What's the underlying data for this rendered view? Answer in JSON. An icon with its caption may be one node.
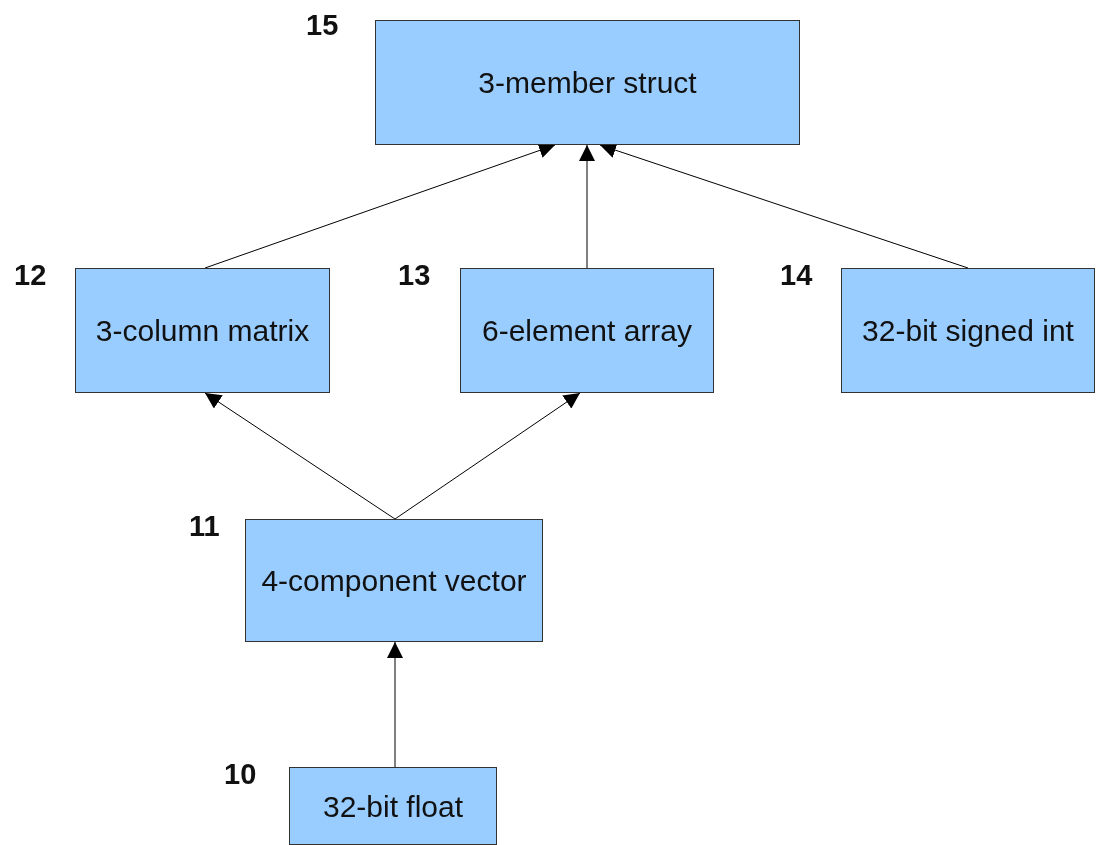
{
  "diagram": {
    "nodes": [
      {
        "text": [
          "3-member struct"
        ],
        "beside": [
          "15"
        ]
      },
      {
        "text": [
          "3-column matrix"
        ],
        "beside": [
          "12"
        ]
      },
      {
        "text": [
          "6-element array"
        ],
        "beside": [
          "13"
        ]
      },
      {
        "text": [
          "32-bit signed int"
        ],
        "beside": [
          "14"
        ]
      },
      {
        "text": [
          "4-component vector"
        ],
        "beside": [
          "11"
        ]
      },
      {
        "text": [
          "32-bit float"
        ],
        "beside": [
          "10"
        ]
      }
    ],
    "edges": [
      {
        "from": 1,
        "to": 0,
        "arrow": "to"
      },
      {
        "from": 2,
        "to": 0,
        "arrow": "to"
      },
      {
        "from": 3,
        "to": 0,
        "arrow": "to"
      },
      {
        "from": 4,
        "to": 1,
        "arrow": "to"
      },
      {
        "from": 4,
        "to": 2,
        "arrow": "to"
      },
      {
        "from": 5,
        "to": 4,
        "arrow": "to"
      }
    ]
  }
}
